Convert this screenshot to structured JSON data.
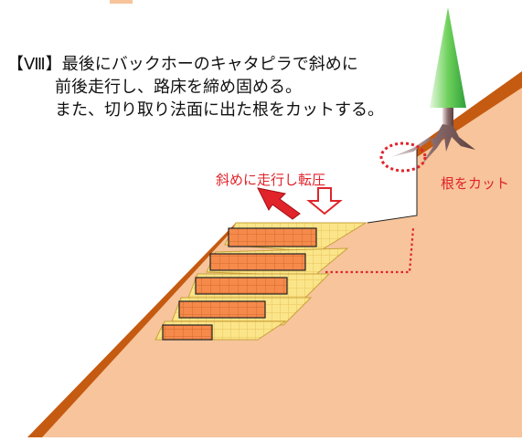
{
  "instruction": {
    "step_label": "【Ⅷ】",
    "lines": [
      "最後にバックホーのキャタピラで斜めに",
      "前後走行し、路床を締め固める。",
      "また、切り取り法面に出た根をカットする。"
    ]
  },
  "labels": {
    "compaction": "斜めに走行し転圧",
    "root_cut": "根をカット"
  },
  "colors": {
    "ground": "#f7c49b",
    "bank_edge": "#c55a11",
    "layer_fill": "#fbe58a",
    "layer_grid": "#e8c35a",
    "track": "#f58a4b",
    "arrow_red": "#e0242a",
    "dash_red": "#e0242a",
    "tree_top": "#6fd15c",
    "tree_trunk": "#8a6a6a"
  }
}
